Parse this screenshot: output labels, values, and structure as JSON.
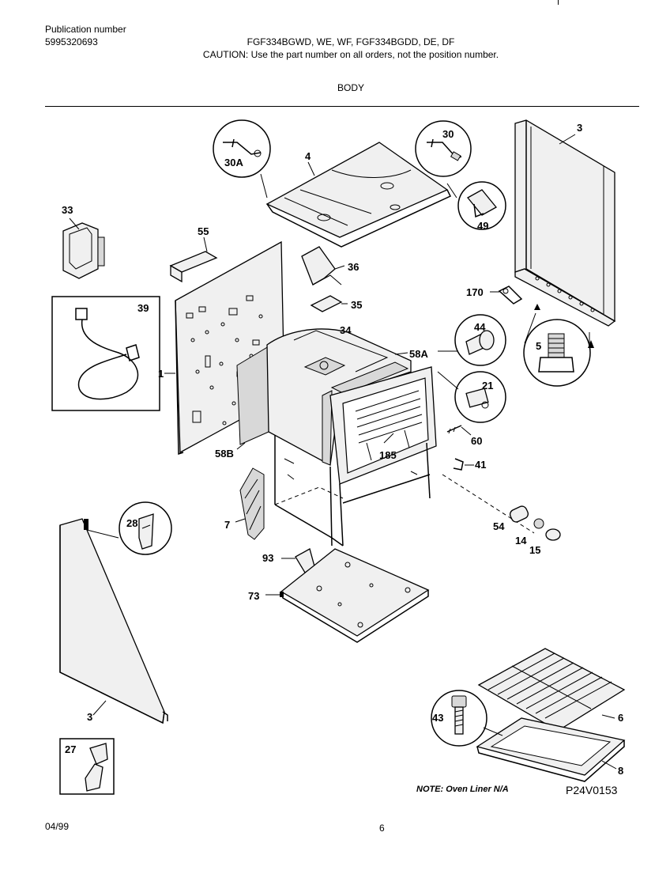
{
  "header": {
    "publication_label": "Publication number",
    "publication_number": "5995320693",
    "models": "FGF334BGWD, WE, WF, FGF334BGDD, DE, DF",
    "caution": "CAUTION:  Use the part number on all orders, not the position number.",
    "section_title": "BODY"
  },
  "callouts": {
    "c3_top": "3",
    "c4": "4",
    "c30": "30",
    "c30a": "30A",
    "c49": "49",
    "c33": "33",
    "c39": "39",
    "c55": "55",
    "c36": "36",
    "c35": "35",
    "c34": "34",
    "c58a": "58A",
    "c170": "170",
    "c44": "44",
    "c5": "5",
    "c21": "21",
    "c1": "1",
    "c60": "60",
    "c41": "41",
    "c185": "185",
    "c58b": "58B",
    "c7": "7",
    "c28": "28",
    "c54": "54",
    "c14": "14",
    "c15": "15",
    "c93": "93",
    "c73": "73",
    "c3_bottom": "3",
    "c43": "43",
    "c6": "6",
    "c8": "8",
    "c27": "27"
  },
  "footer": {
    "note": "NOTE: Oven Liner N/A",
    "figure_code": "P24V0153",
    "date": "04/99",
    "page_number": "6"
  }
}
